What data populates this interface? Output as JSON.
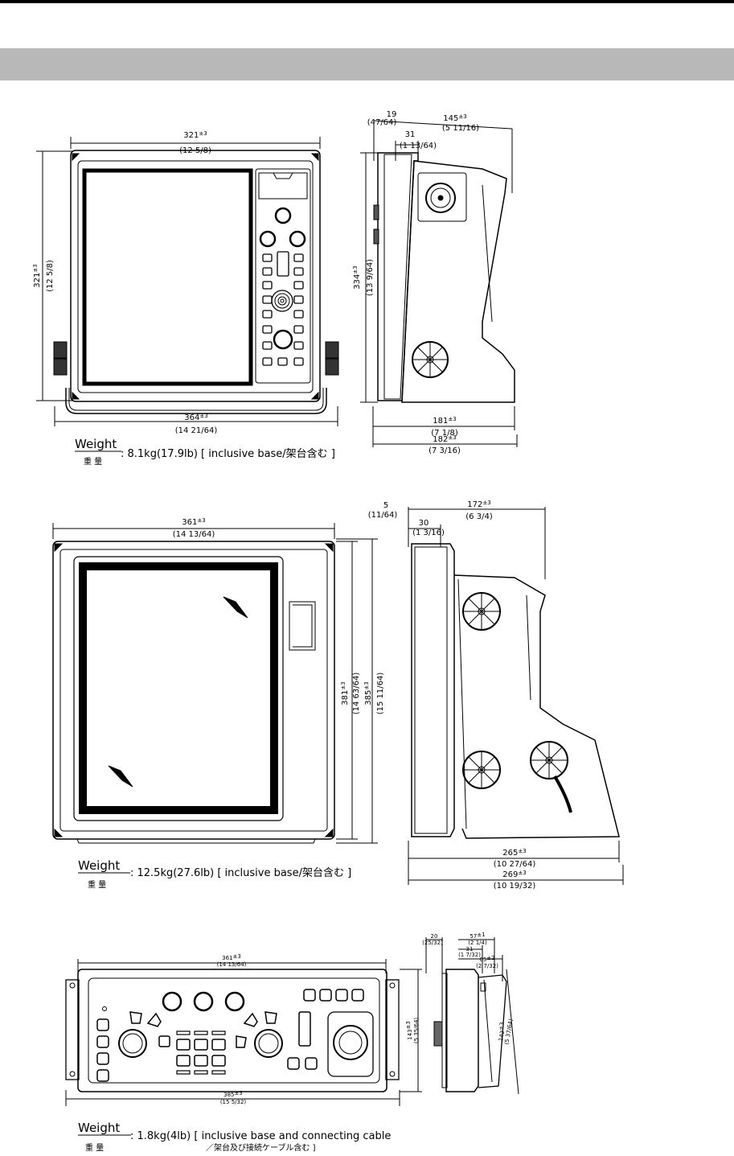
{
  "unit1": {
    "front": {
      "width": "321",
      "width_tol": "±3",
      "width_in": "(12 5/8)",
      "height": "321",
      "height_tol": "±3",
      "height_in": "(12 5/8)",
      "base_width": "364",
      "base_width_tol": "±3",
      "base_width_in": "(14 21/64)"
    },
    "side": {
      "d1": "19",
      "d1_in": "(47/64)",
      "d2": "31",
      "d2_in": "(1 13/64)",
      "d3": "145",
      "d3_tol": "±3",
      "d3_in": "(5 11/16)",
      "height": "334",
      "height_tol": "±3",
      "height_in": "(13 9/64)",
      "depth1": "181",
      "depth1_tol": "±3",
      "depth1_in": "(7 1/8)",
      "depth2": "182",
      "depth2_tol": "±3",
      "depth2_in": "(7 3/16)"
    },
    "weight_label": "Weight",
    "weight_value": ": 8.1kg(17.9lb) [ inclusive base/架台含む ]",
    "weight_jp": "重 量"
  },
  "unit2": {
    "front": {
      "width": "361",
      "width_tol": "±3",
      "width_in": "(14 13/64)",
      "h1": "381",
      "h1_tol": "±3",
      "h1_in": "(14 63/64)",
      "h2": "385",
      "h2_tol": "±3",
      "h2_in": "(15 11/64)"
    },
    "side": {
      "d1": "5",
      "d1_in": "(11/64)",
      "d2": "30",
      "d2_in": "(1 3/16)",
      "d3": "172",
      "d3_tol": "±3",
      "d3_in": "(6 3/4)",
      "depth1": "265",
      "depth1_tol": "±3",
      "depth1_in": "(10 27/64)",
      "depth2": "269",
      "depth2_tol": "±3",
      "depth2_in": "(10 19/32)"
    },
    "weight_label": "Weight",
    "weight_value": ": 12.5kg(27.6lb) [ inclusive base/架台含む ]",
    "weight_jp": "重 量"
  },
  "unit3": {
    "front": {
      "width": "361",
      "width_tol": "±3",
      "width_in": "(14 13/64)",
      "base_width": "385",
      "base_width_tol": "±3",
      "base_width_in": "(15 5/32)",
      "height": "143",
      "height_tol": "±3",
      "height_in": "(5 35/64)"
    },
    "side": {
      "d1": "20",
      "d1_in": "(25/32)",
      "d2": "57",
      "d2_tol": "±1",
      "d2_in": "(2 1/4)",
      "d3": "31",
      "d3_in": "(1 7/32)",
      "d4": "65",
      "d4_tol": "±2",
      "d4_in": "(2 7/32)",
      "height": "142",
      "height_tol": "±3",
      "height_in": "(5 37/64)"
    },
    "weight_label": "Weight",
    "weight_value": ": 1.8kg(4lb) [ inclusive base and connecting cable",
    "weight_value2": "／架台及び接続ケーブル含む ]",
    "weight_jp": "重 量"
  }
}
